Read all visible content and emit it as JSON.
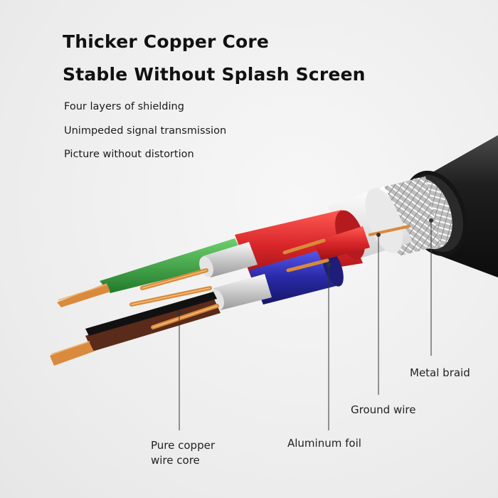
{
  "headline": {
    "line1": "Thicker Copper Core",
    "line2": "Stable Without Splash Screen"
  },
  "features": [
    "Four layers of shielding",
    "Unimpeded signal transmission",
    "Picture without distortion"
  ],
  "callouts": {
    "metal_braid": "Metal braid",
    "ground_wire": "Ground wire",
    "aluminum_foil": "Aluminum foil",
    "copper_core_line1": "Pure copper",
    "copper_core_line2": "wire core"
  },
  "colors": {
    "jacket": "#1c1c1c",
    "green_wire": "#2e9a3a",
    "red_wire": "#d8262a",
    "blue_wire": "#2a2aa8",
    "brown_wire": "#5a2a1a",
    "copper": "#d98a3c"
  }
}
